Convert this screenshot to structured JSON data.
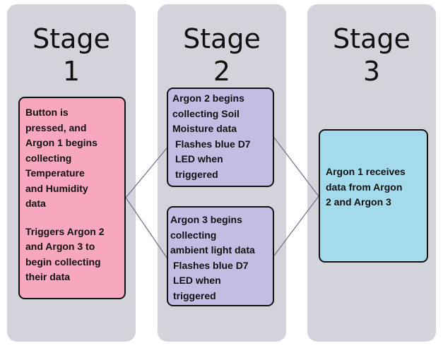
{
  "stages": [
    {
      "title_word": "Stage",
      "title_num": "1",
      "lines": [
        "Button is",
        "pressed, and",
        "Argon 1 begins",
        "collecting",
        "Temperature",
        "and Humidity",
        "data"
      ],
      "lines2": [
        "Triggers Argon 2",
        "and Argon 3 to",
        "begin collecting",
        "their data"
      ],
      "color": "#f7a7be"
    },
    {
      "title_word": "Stage",
      "title_num": "2",
      "box_top": {
        "lines": [
          "Argon 2 begins",
          "collecting Soil",
          "Moisture data",
          "Flashes blue D7",
          "LED when",
          "triggered"
        ]
      },
      "box_bottom": {
        "lines": [
          "Argon 3 begins",
          "collecting",
          "ambient light data",
          "Flashes blue D7",
          "LED when",
          "triggered"
        ]
      },
      "color": "#c3bde4"
    },
    {
      "title_word": "Stage",
      "title_num": "3",
      "lines": [
        "Argon 1 receives",
        "data from Argon",
        "2 and Argon 3"
      ],
      "color": "#a4dbec"
    }
  ],
  "colors": {
    "column_bg": "#d3d4db",
    "connector": "#6b6f86",
    "border": "#111111"
  }
}
